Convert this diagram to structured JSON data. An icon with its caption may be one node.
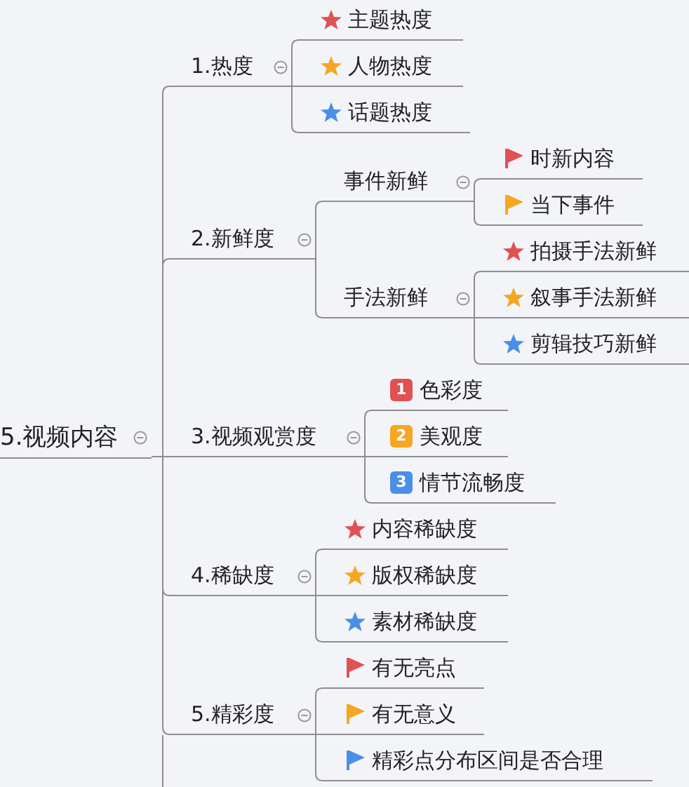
{
  "diagram": {
    "nodes": [
      {
        "text": [
          "5.视频内容"
        ]
      },
      {
        "text": [
          "1.热度"
        ]
      },
      {
        "text": [
          "主题热度"
        ]
      },
      {
        "text": [
          "人物热度"
        ]
      },
      {
        "text": [
          "话题热度"
        ]
      },
      {
        "text": [
          "2.新鲜度"
        ]
      },
      {
        "text": [
          "事件新鲜"
        ]
      },
      {
        "text": [
          "时新内容"
        ]
      },
      {
        "text": [
          "当下事件"
        ]
      },
      {
        "text": [
          "手法新鲜"
        ]
      },
      {
        "text": [
          "拍摄手法新鲜"
        ]
      },
      {
        "text": [
          "叙事手法新鲜"
        ]
      },
      {
        "text": [
          "剪辑技巧新鲜"
        ]
      },
      {
        "text": [
          "3.视频观赏度"
        ]
      },
      {
        "text": [
          "1",
          "色彩度"
        ]
      },
      {
        "text": [
          "2",
          "美观度"
        ]
      },
      {
        "text": [
          "3",
          "情节流畅度"
        ]
      },
      {
        "text": [
          "4.稀缺度"
        ]
      },
      {
        "text": [
          "内容稀缺度"
        ]
      },
      {
        "text": [
          "版权稀缺度"
        ]
      },
      {
        "text": [
          "素材稀缺度"
        ]
      },
      {
        "text": [
          "5.精彩度"
        ]
      },
      {
        "text": [
          "有无亮点"
        ]
      },
      {
        "text": [
          "有无意义"
        ]
      },
      {
        "text": [
          "精彩点分布区间是否合理"
        ]
      }
    ],
    "edges": [
      {
        "from": 0,
        "to": 1,
        "arrow": "none"
      },
      {
        "from": 1,
        "to": 2,
        "arrow": "none"
      },
      {
        "from": 1,
        "to": 3,
        "arrow": "none"
      },
      {
        "from": 1,
        "to": 4,
        "arrow": "none"
      },
      {
        "from": 0,
        "to": 5,
        "arrow": "none"
      },
      {
        "from": 5,
        "to": 6,
        "arrow": "none"
      },
      {
        "from": 6,
        "to": 7,
        "arrow": "none"
      },
      {
        "from": 6,
        "to": 8,
        "arrow": "none"
      },
      {
        "from": 5,
        "to": 9,
        "arrow": "none"
      },
      {
        "from": 9,
        "to": 10,
        "arrow": "none"
      },
      {
        "from": 9,
        "to": 11,
        "arrow": "none"
      },
      {
        "from": 9,
        "to": 12,
        "arrow": "none"
      },
      {
        "from": 0,
        "to": 13,
        "arrow": "none"
      },
      {
        "from": 13,
        "to": 14,
        "arrow": "none"
      },
      {
        "from": 13,
        "to": 15,
        "arrow": "none"
      },
      {
        "from": 13,
        "to": 16,
        "arrow": "none"
      },
      {
        "from": 0,
        "to": 17,
        "arrow": "none"
      },
      {
        "from": 17,
        "to": 18,
        "arrow": "none"
      },
      {
        "from": 17,
        "to": 19,
        "arrow": "none"
      },
      {
        "from": 17,
        "to": 20,
        "arrow": "none"
      },
      {
        "from": 0,
        "to": 21,
        "arrow": "none"
      },
      {
        "from": 21,
        "to": 22,
        "arrow": "none"
      },
      {
        "from": 21,
        "to": 23,
        "arrow": "none"
      },
      {
        "from": 21,
        "to": 24,
        "arrow": "none"
      }
    ]
  }
}
